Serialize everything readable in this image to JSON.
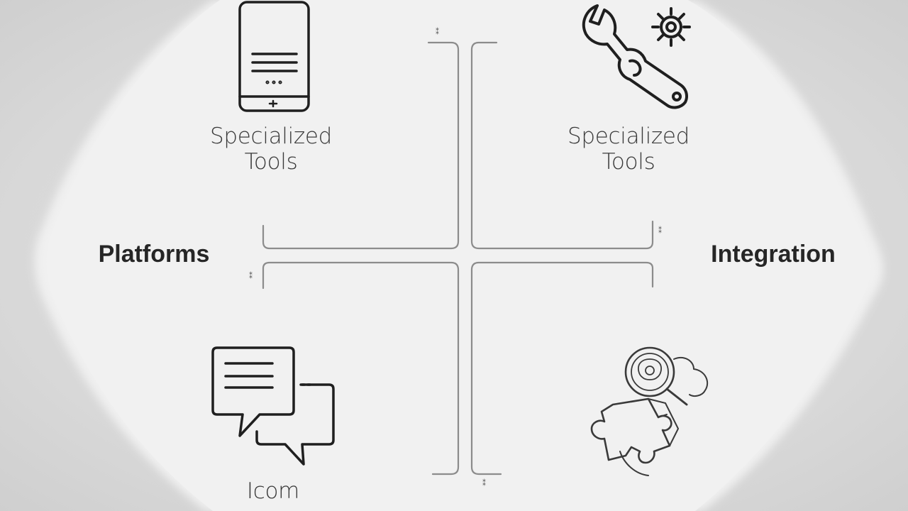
{
  "quadrants": {
    "top_left": {
      "icon": "smartphone-icon",
      "line1": "Specialized",
      "line2": "Tools"
    },
    "top_right": {
      "icon": "wrench-gear-icon",
      "line1": "Specialized",
      "line2": "Tools"
    },
    "bottom_left": {
      "icon": "chat-bubbles-icon",
      "label": "Icom"
    },
    "bottom_right": {
      "icon": "puzzle-integration-icon",
      "label": ""
    }
  },
  "sides": {
    "left": "Platforms",
    "right": "Integration"
  },
  "colors": {
    "background": "#d8d8d8",
    "panel": "#efefef",
    "stroke": "#8c8c8c",
    "icon_stroke": "#1f1f1f",
    "text": "#333333"
  }
}
